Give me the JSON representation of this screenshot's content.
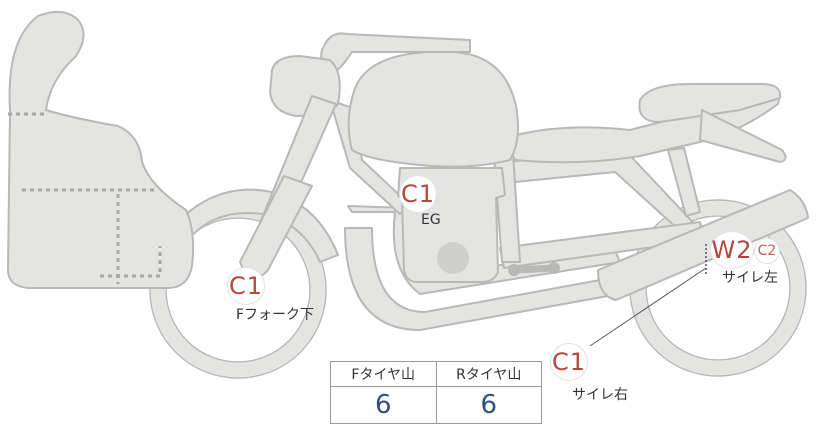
{
  "markers": {
    "eg": {
      "code": "C1",
      "label": "EG"
    },
    "fork": {
      "code": "C1",
      "label": "Fフォーク下"
    },
    "muffler_left": {
      "code": "W2",
      "sub_code": "C2",
      "label": "サイレ左"
    },
    "muffler_right": {
      "code": "C1",
      "label": "サイレ右"
    }
  },
  "tread_table": {
    "headers": [
      "Fタイヤ山",
      "Rタイヤ山"
    ],
    "values": [
      "6",
      "6"
    ]
  },
  "colors": {
    "body": "#e4e4e2",
    "outline": "#b8b8b6",
    "damage": "#b5473e",
    "value": "#2f4f7f"
  }
}
